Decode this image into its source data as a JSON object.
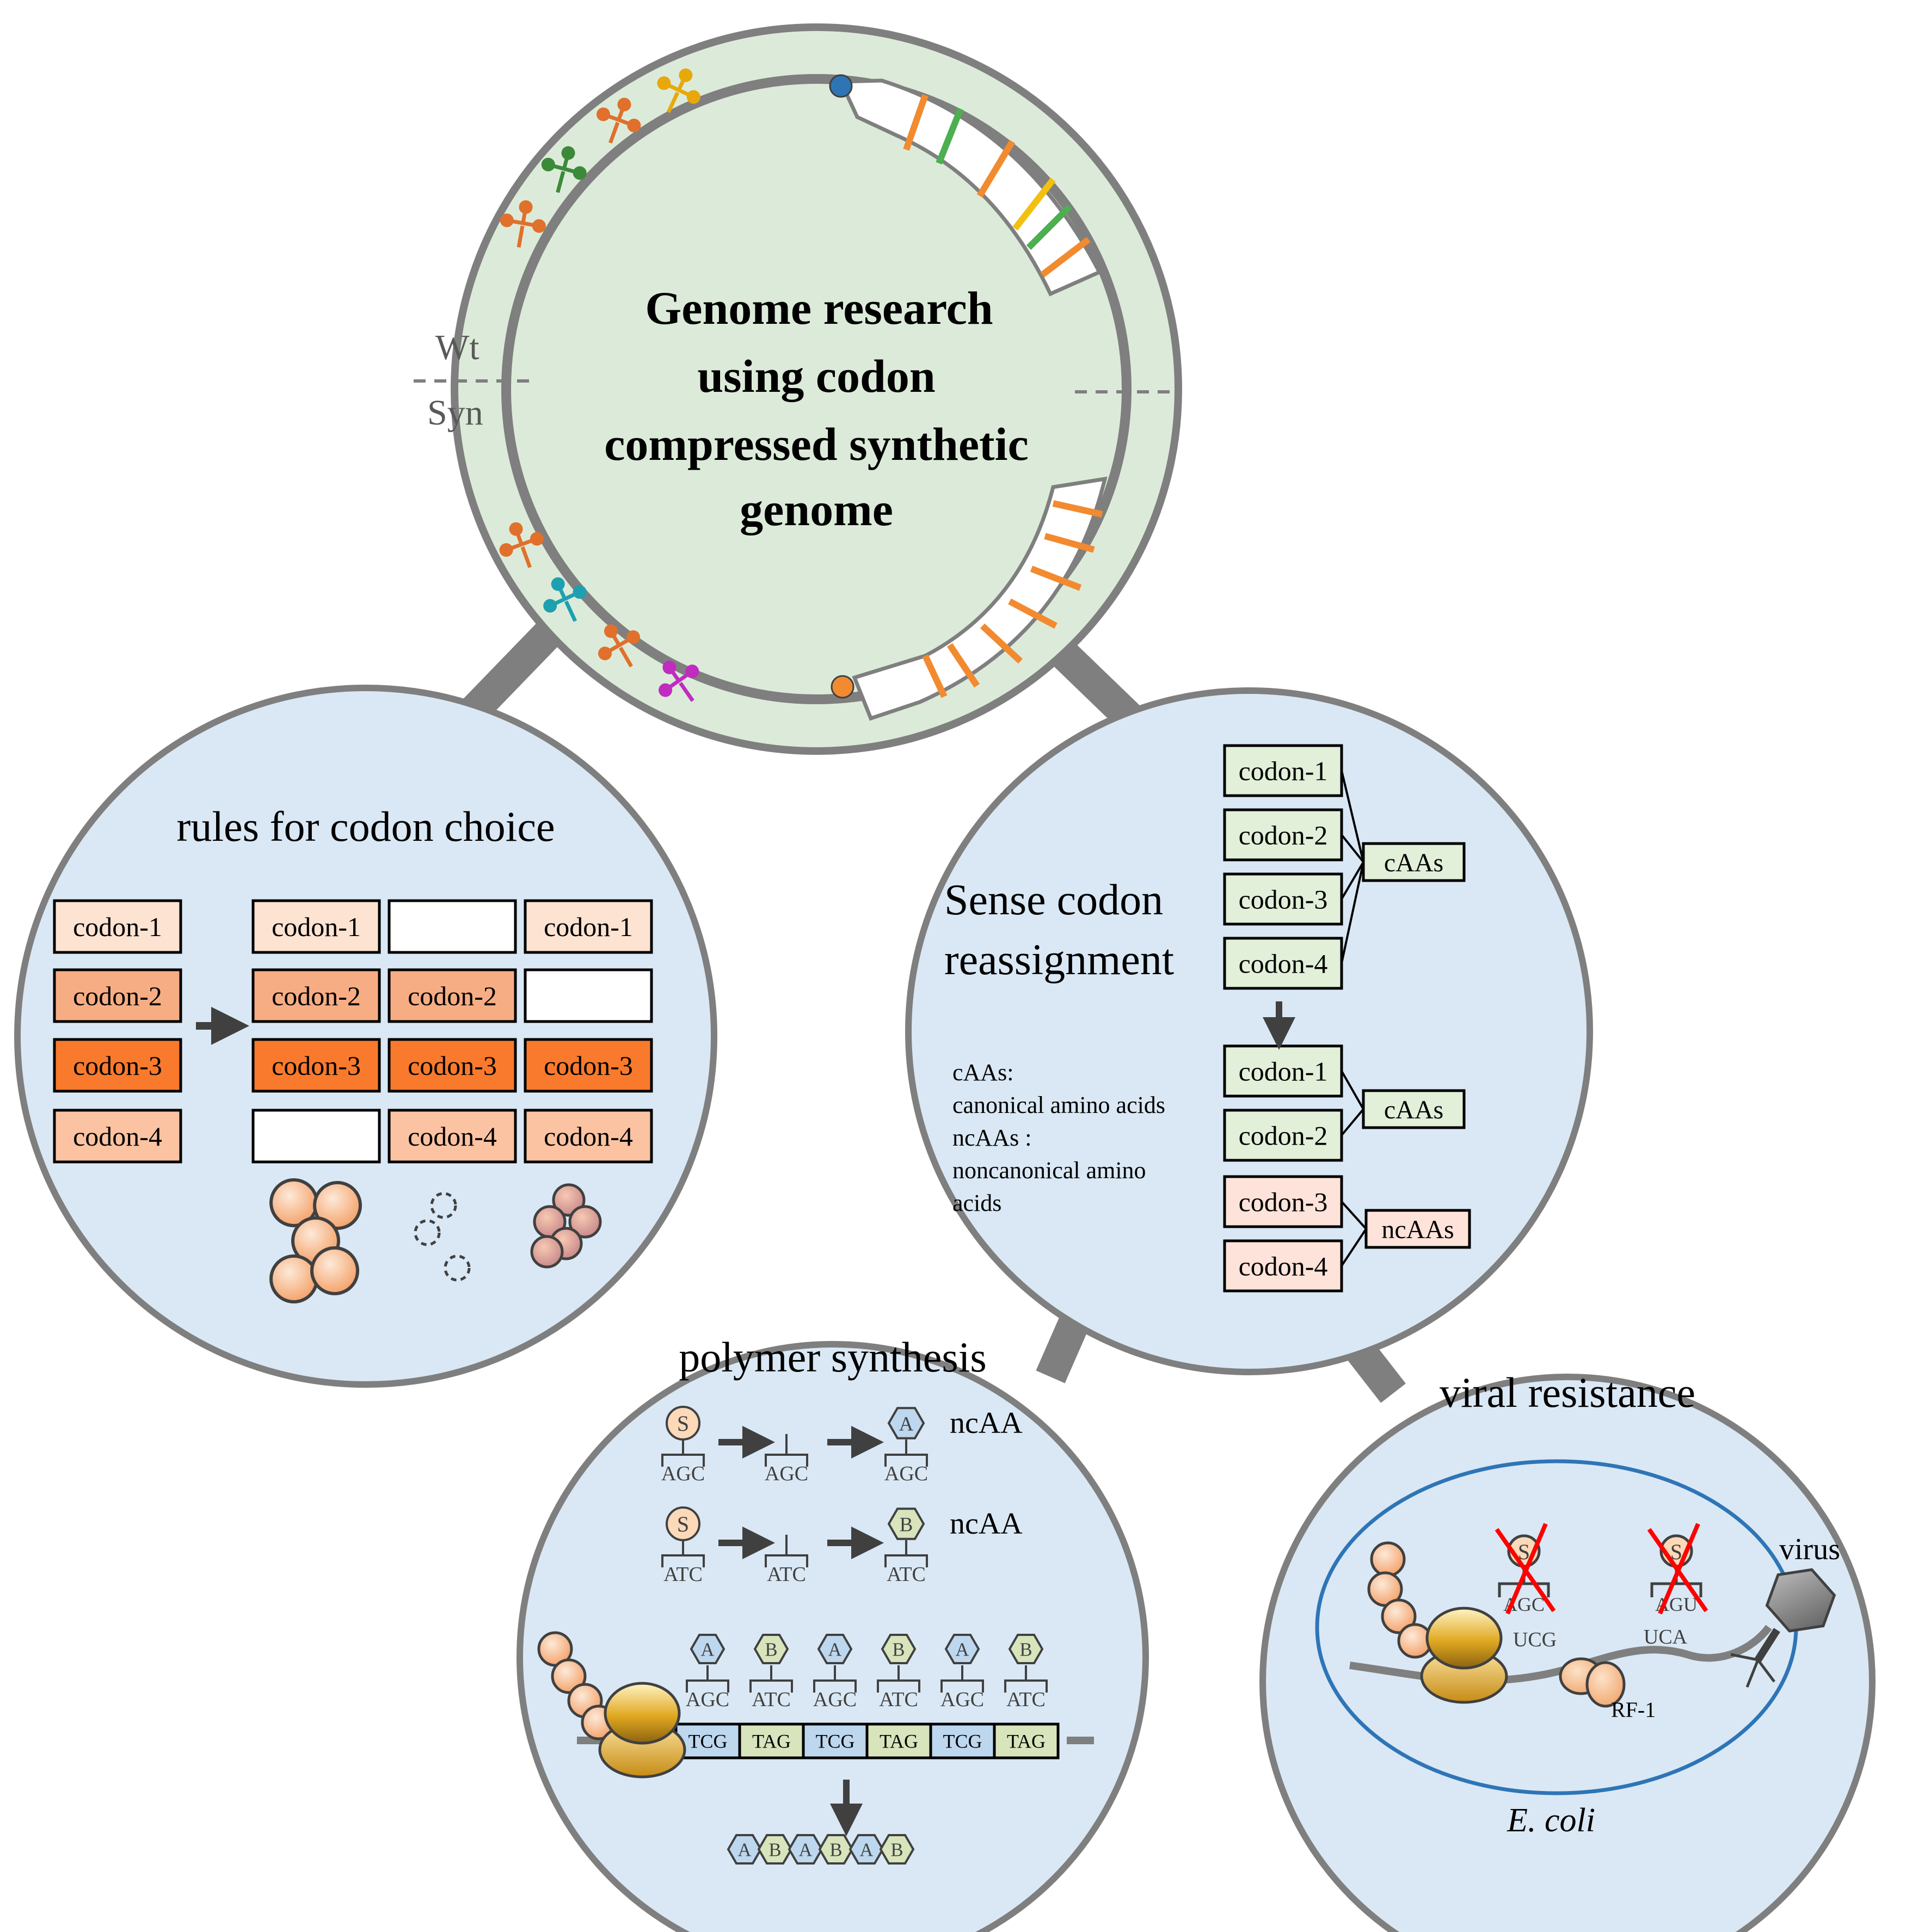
{
  "center": {
    "title_lines": [
      "Genome research",
      "using codon",
      "compressed synthetic",
      "genome"
    ],
    "wt_label": "Wt",
    "syn_label": "Syn",
    "colors": {
      "circle_fill": "#dcebd9",
      "circle_stroke": "#7f7f7f",
      "ring": "#7f7f7f"
    }
  },
  "rules": {
    "title": "rules for codon choice",
    "left_column": [
      {
        "label": "codon-1",
        "color": "#fde3d2"
      },
      {
        "label": "codon-2",
        "color": "#f7ad84"
      },
      {
        "label": "codon-3",
        "color": "#f97a2c"
      },
      {
        "label": "codon-4",
        "color": "#fbc3a2"
      }
    ],
    "compressed_columns": [
      [
        {
          "label": "codon-1",
          "color": "#fde3d2"
        },
        {
          "label": "codon-2",
          "color": "#f7ad84"
        },
        {
          "label": "codon-3",
          "color": "#f97a2c"
        },
        {
          "label": "",
          "color": "#ffffff"
        }
      ],
      [
        {
          "label": "",
          "color": "#ffffff"
        },
        {
          "label": "codon-2",
          "color": "#f7ad84"
        },
        {
          "label": "codon-3",
          "color": "#f97a2c"
        },
        {
          "label": "codon-4",
          "color": "#fbc3a2"
        }
      ],
      [
        {
          "label": "codon-1",
          "color": "#fde3d2"
        },
        {
          "label": "",
          "color": "#ffffff"
        },
        {
          "label": "codon-3",
          "color": "#f97a2c"
        },
        {
          "label": "codon-4",
          "color": "#fbc3a2"
        }
      ]
    ]
  },
  "sense": {
    "title_lines": [
      "Sense codon",
      "reassignment"
    ],
    "top_codons": [
      "codon-1",
      "codon-2",
      "codon-3",
      "codon-4"
    ],
    "top_target": "cAAs",
    "bottom_canonical": [
      "codon-1",
      "codon-2"
    ],
    "bottom_canonical_target": "cAAs",
    "bottom_noncanonical": [
      "codon-3",
      "codon-4"
    ],
    "bottom_noncanonical_target": "ncAAs",
    "legend_lines": [
      "cAAs:",
      "canonical amino acids",
      "ncAAs :",
      "noncanonical amino",
      "acids"
    ],
    "colors": {
      "green_box": "#e2efd9",
      "pink_box": "#fde3d9"
    }
  },
  "polymer": {
    "title": "polymer synthesis",
    "row1": {
      "start_letter": "S",
      "anticodon": "AGC",
      "end_letter": "A",
      "product": "ncAA"
    },
    "row2": {
      "start_letter": "S",
      "anticodon": "ATC",
      "end_letter": "B",
      "product": "ncAA"
    },
    "trnas": [
      {
        "letter": "A",
        "anticodon": "AGC"
      },
      {
        "letter": "B",
        "anticodon": "ATC"
      },
      {
        "letter": "A",
        "anticodon": "AGC"
      },
      {
        "letter": "B",
        "anticodon": "ATC"
      },
      {
        "letter": "A",
        "anticodon": "AGC"
      },
      {
        "letter": "B",
        "anticodon": "ATC"
      }
    ],
    "mrna_codons": [
      "TCG",
      "TAG",
      "TCG",
      "TAG",
      "TCG",
      "TAG"
    ],
    "product_chain": [
      "A",
      "B",
      "A",
      "B",
      "A",
      "B"
    ],
    "colors": {
      "hex_a": "#bdd7ee",
      "hex_b": "#d8e4bc",
      "codon_a": "#bdd7ee",
      "codon_b": "#d8e4bc"
    }
  },
  "viral": {
    "title": "viral resistance",
    "trna1_letter": "S",
    "trna1_anticodon": "AGC",
    "trna2_letter": "S",
    "trna2_anticodon": "AGU",
    "codon1": "UCG",
    "codon2": "UCA",
    "rf_label": "RF-1",
    "virus_label": "virus",
    "organism_label": "E. coli",
    "colors": {
      "membrane": "#2e75b6",
      "cross": "#ff0000"
    }
  },
  "colors": {
    "panel_fill": "#dae8f5",
    "panel_stroke": "#7f7f7f",
    "connector": "#7f7f7f",
    "bead": "#f8c8a0",
    "ribosome": "#d9a520"
  }
}
